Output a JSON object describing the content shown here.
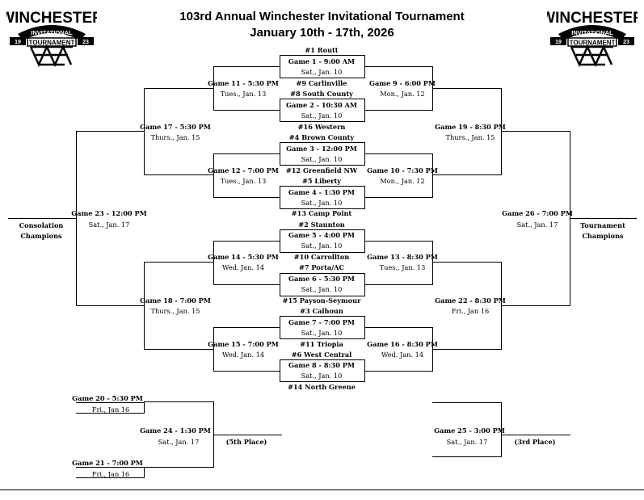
{
  "header": {
    "title": "103rd Annual Winchester Invitational Tournament",
    "dates": "January 10th - 17th, 2026"
  },
  "logo": {
    "wordmark": "WINCHESTER",
    "arc": "INVITATIONAL",
    "banner": "TOURNAMENT",
    "left_num": "19",
    "right_num": "23"
  },
  "seeds": {
    "s1": "#1 Routt",
    "s9": "#9 Carlinville",
    "s8": "#8 South County",
    "s16": "#16 Western",
    "s4": "#4 Brown County",
    "s12": "#12 Greenfield NW",
    "s5": "#5 Liberty",
    "s13": "#13 Camp Point",
    "s2": "#2 Staunton",
    "s10": "#10 Carrollton",
    "s7": "#7 Porta/AC",
    "s15": "#15 Payson-Seymour",
    "s3": "#3 Calhoun",
    "s11": "#11 Triopia",
    "s6": "#6 West Central",
    "s14": "#14 North Greene"
  },
  "games": {
    "g1": {
      "label": "Game 1 -  9:00 AM",
      "date": "Sat., Jan. 10"
    },
    "g2": {
      "label": "Game 2  - 10:30 AM",
      "date": "Sat., Jan. 10"
    },
    "g3": {
      "label": "Game 3 - 12:00 PM",
      "date": "Sat., Jan. 10"
    },
    "g4": {
      "label": "Game 4 - 1:30 PM",
      "date": "Sat., Jan. 10"
    },
    "g5": {
      "label": "Game 5 - 4:00 PM",
      "date": "Sat., Jan. 10"
    },
    "g6": {
      "label": "Game 6 - 5:30 PM",
      "date": "Sat., Jan. 10"
    },
    "g7": {
      "label": "Game 7 - 7:00 PM",
      "date": "Sat., Jan. 10"
    },
    "g8": {
      "label": "Game 8 - 8:30 PM",
      "date": "Sat., Jan. 10"
    },
    "g9": {
      "label": "Game 9 - 6:00 PM",
      "date": "Mon., Jan. 12"
    },
    "g10": {
      "label": "Game 10 - 7:30 PM",
      "date": "Mon., Jan. 12"
    },
    "g11": {
      "label": "Game 11 - 5:30 PM",
      "date": "Tues., Jan. 13"
    },
    "g12": {
      "label": "Game 12 - 7:00 PM",
      "date": "Tues., Jan. 13"
    },
    "g13": {
      "label": "Game 13 - 8:30 PM",
      "date": "Tues., Jan. 13"
    },
    "g14": {
      "label": "Game 14 - 5:30 PM",
      "date": "Wed. Jan. 14"
    },
    "g15": {
      "label": "Game 15 - 7:00 PM",
      "date": "Wed. Jan. 14"
    },
    "g16": {
      "label": "Game 16 - 8:30 PM",
      "date": "Wed. Jan. 14"
    },
    "g17": {
      "label": "Game 17 - 5:30 PM",
      "date": "Thurs., Jan. 15"
    },
    "g18": {
      "label": "Game 18 - 7:00 PM",
      "date": "Thurs., Jan. 15"
    },
    "g19": {
      "label": "Game 19 - 8:30 PM",
      "date": "Thurs., Jan. 15"
    },
    "g20": {
      "label": "Game 20 - 5:30 PM",
      "date": "Fri., Jan 16"
    },
    "g21": {
      "label": "Game 21 - 7:00 PM",
      "date": "Fri., Jan 16"
    },
    "g22": {
      "label": "Game 22 - 8:30 PM",
      "date": "Fri., Jan 16"
    },
    "g23": {
      "label": "Game 23 - 12:00 PM",
      "date": "Sat., Jan. 17"
    },
    "g24": {
      "label": "Game 24 - 1:30 PM",
      "date": "Sat., Jan. 17"
    },
    "g25": {
      "label": "Game 25 - 3:00 PM",
      "date": "Sat., Jan. 17"
    },
    "g26": {
      "label": "Game 26 - 7:00 PM",
      "date": "Sat., Jan. 17"
    }
  },
  "labels": {
    "consolation": [
      "Consolation",
      "Champions"
    ],
    "tournament": [
      "Tournament",
      "Champions"
    ],
    "fifth": "(5th Place)",
    "third": "(3rd Place)"
  }
}
